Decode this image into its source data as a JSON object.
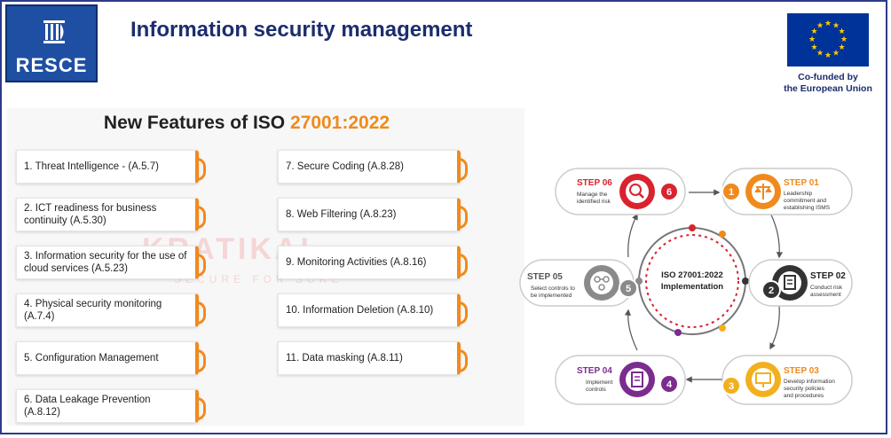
{
  "header": {
    "logo_text": "RESCE",
    "title": "Information security management",
    "eu_caption_line1": "Co-funded by",
    "eu_caption_line2": "the European Union"
  },
  "panel": {
    "title_prefix": "New Features of ISO ",
    "title_highlight": "27001:2022",
    "watermark": "KRATIKAL",
    "watermark_sub": "SECURE FOR SURE",
    "features_left": [
      "1. Threat Intelligence - (A.5.7)",
      "2. ICT readiness for business continuity (A.5.30)",
      "3. Information security for the use of cloud services (A.5.23)",
      "4. Physical security monitoring (A.7.4)",
      "5. Configuration Management",
      "6. Data Leakage Prevention (A.8.12)"
    ],
    "features_right": [
      "7. Secure Coding (A.8.28)",
      "8. Web Filtering (A.8.23)",
      "9. Monitoring Activities (A.8.16)",
      "10. Information Deletion (A.8.10)",
      "11. Data masking  (A.8.11)"
    ]
  },
  "cycle": {
    "center_line1": "ISO 27001:2022",
    "center_line2": "Implementation",
    "steps": [
      {
        "title": "STEP 01",
        "number": "1",
        "desc_line1": "Leadership",
        "desc_line2": "commitment and",
        "desc_line3": "establishing ISMS",
        "color": "#f08a1c",
        "icon": "scale-icon"
      },
      {
        "title": "STEP 02",
        "number": "2",
        "desc_line1": "Conduct risk",
        "desc_line2": "assessment",
        "desc_line3": "",
        "color": "#333333",
        "icon": "clipboard-icon"
      },
      {
        "title": "STEP 03",
        "number": "3",
        "desc_line1": "Develop information",
        "desc_line2": "security policies",
        "desc_line3": "and procedures",
        "color": "#f2b01e",
        "icon": "presentation-icon"
      },
      {
        "title": "STEP 04",
        "number": "4",
        "desc_line1": "Implement",
        "desc_line2": "controls",
        "desc_line3": "",
        "color": "#7b2d8e",
        "icon": "document-icon"
      },
      {
        "title": "STEP 05",
        "number": "5",
        "desc_line1": "Select controls to",
        "desc_line2": "be implemented",
        "desc_line3": "",
        "color": "#8a8a8a",
        "icon": "nodes-icon"
      },
      {
        "title": "STEP 06",
        "number": "6",
        "desc_line1": "Manage the",
        "desc_line2": "identified risk",
        "desc_line3": "",
        "color": "#d9232e",
        "icon": "magnifier-icon"
      }
    ]
  },
  "colors": {
    "accent_orange": "#f08a1c",
    "title_navy": "#1c2d6e",
    "logo_blue": "#1f4fa3",
    "eu_blue": "#003399",
    "eu_star": "#ffcc00"
  }
}
